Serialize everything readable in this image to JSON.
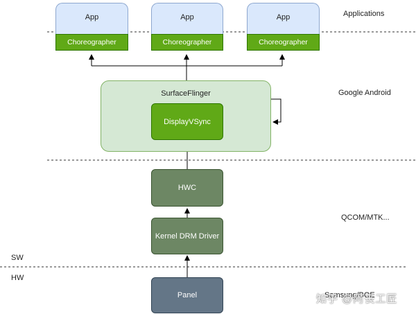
{
  "apps": [
    {
      "app_label": "App",
      "choreographer_label": "Choreographer"
    },
    {
      "app_label": "App",
      "choreographer_label": "Choreographer"
    },
    {
      "app_label": "App",
      "choreographer_label": "Choreographer"
    }
  ],
  "surfaceflinger": {
    "title": "SurfaceFlinger",
    "vsync_label": "DisplayVSync"
  },
  "hwc_label": "HWC",
  "kernel_driver_label": "Kernel DRM Driver",
  "panel_label": "Panel",
  "layers": {
    "applications": "Applications",
    "google_android": "Google Android",
    "vendor": "QCOM/MTK...",
    "sw": "SW",
    "hw": "HW",
    "oem": "Samsung/BOE"
  },
  "watermark": "知乎 @阿丧工匠",
  "colors": {
    "app_fill": "#dae8fc",
    "choreographer_fill": "#60a917",
    "surfaceflinger_fill": "#d5e8d4",
    "driver_fill": "#6d8764",
    "panel_fill": "#647687"
  }
}
